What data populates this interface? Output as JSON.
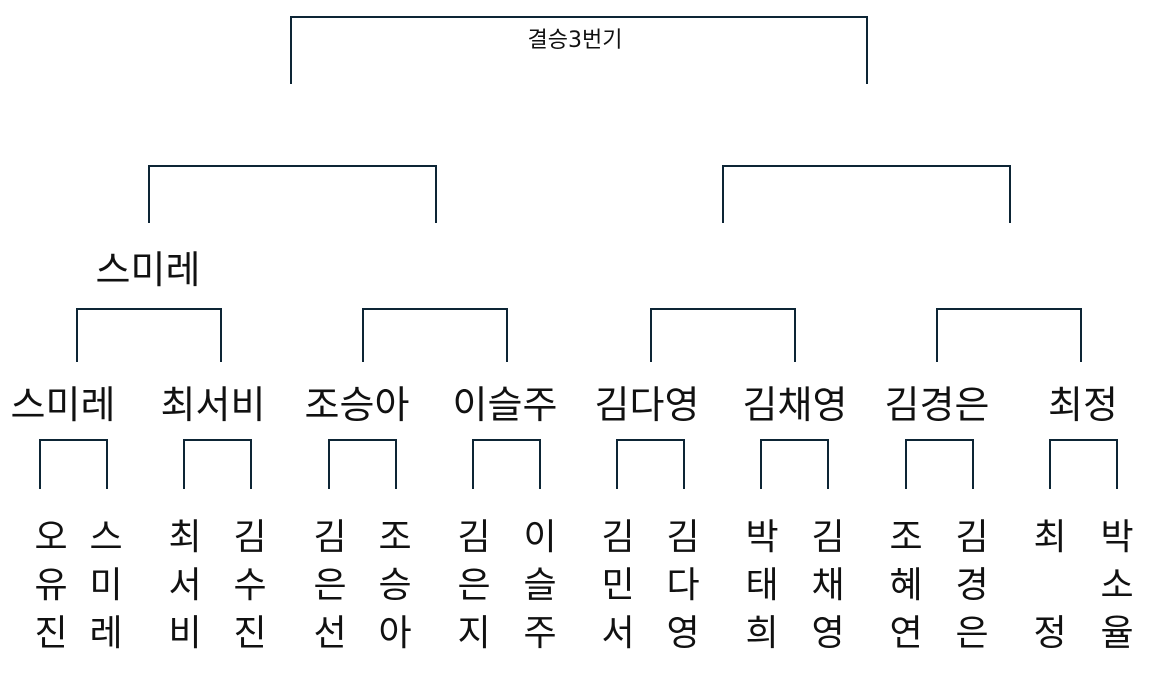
{
  "title": "결승3번기",
  "semifinal_winner": "스미레",
  "quarterfinalists": [
    "스미레",
    "최서비",
    "조승아",
    "이슬주",
    "김다영",
    "김채영",
    "김경은",
    "최정"
  ],
  "players": [
    [
      "오",
      "유",
      "진"
    ],
    [
      "스",
      "미",
      "레"
    ],
    [
      "최",
      "서",
      "비"
    ],
    [
      "김",
      "수",
      "진"
    ],
    [
      "김",
      "은",
      "선"
    ],
    [
      "조",
      "승",
      "아"
    ],
    [
      "김",
      "은",
      "지"
    ],
    [
      "이",
      "슬",
      "주"
    ],
    [
      "김",
      "민",
      "서"
    ],
    [
      "김",
      "다",
      "영"
    ],
    [
      "박",
      "태",
      "희"
    ],
    [
      "김",
      "채",
      "영"
    ],
    [
      "조",
      "혜",
      "연"
    ],
    [
      "김",
      "경",
      "은"
    ],
    [
      "최",
      "",
      "정"
    ],
    [
      "박",
      "소",
      "율"
    ]
  ]
}
